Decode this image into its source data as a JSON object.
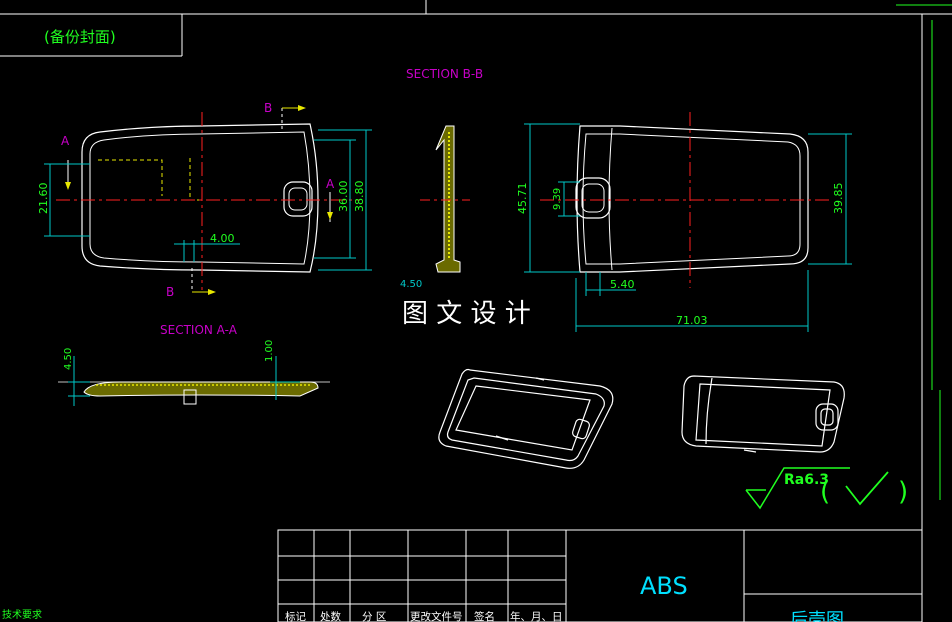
{
  "colors": {
    "background": "#000000",
    "border": "#ffffff",
    "dimension": "#00c8c8",
    "section_label": "#c800c8",
    "centerline": "#ff2020",
    "hidden_line": "#e8e800",
    "title_green": "#20ff20",
    "material": "#00e0ff"
  },
  "header": {
    "stamp_text": "(备份封面)"
  },
  "view_front": {
    "label_A_left": "A",
    "label_A_right": "A",
    "label_B_top": "B",
    "label_B_bottom": "B",
    "dim_21_60": "21.60",
    "dim_36_00": "36.00",
    "dim_38_80": "38.80",
    "dim_4_00": "4.00"
  },
  "section_bb": {
    "title": "SECTION B-B",
    "dim_4_50": "4.50"
  },
  "view_back": {
    "dim_45_71": "45.71",
    "dim_9_39": "9.39",
    "dim_39_85": "39.85",
    "dim_5_40": "5.40",
    "dim_71_03": "71.03"
  },
  "section_aa": {
    "title": "SECTION A-A",
    "dim_4_50": "4.50",
    "dim_1_00": "1.00"
  },
  "watermark": "图 文 设 计",
  "roughness": {
    "label": "Ra6.3",
    "paren_open": "(",
    "paren_close": ")"
  },
  "title_block": {
    "material": "ABS",
    "headers": [
      "标记",
      "处数",
      "分 区",
      "更改文件号",
      "签名",
      "年、月、日"
    ],
    "bottom_left": "技术要求",
    "drawing_name": "后壳图"
  }
}
